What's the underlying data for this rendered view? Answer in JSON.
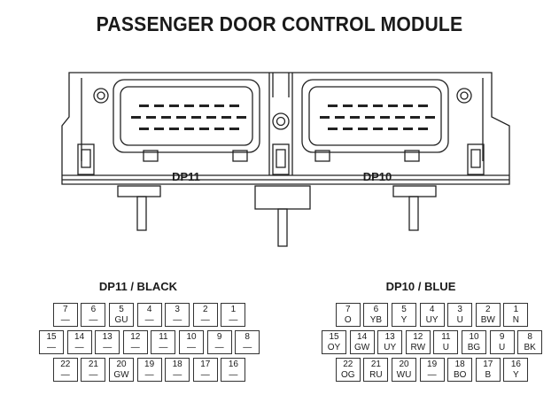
{
  "title": "PASSENGER DOOR CONTROL MODULE",
  "connectors": {
    "dp11": {
      "drawing_label": "DP11",
      "title": "DP11 / BLACK",
      "rows": [
        [
          {
            "pin": "7",
            "code": "—"
          },
          {
            "pin": "6",
            "code": "—"
          },
          {
            "pin": "5",
            "code": "GU"
          },
          {
            "pin": "4",
            "code": "—"
          },
          {
            "pin": "3",
            "code": "—"
          },
          {
            "pin": "2",
            "code": "—"
          },
          {
            "pin": "1",
            "code": "—"
          }
        ],
        [
          {
            "pin": "15",
            "code": "—"
          },
          {
            "pin": "14",
            "code": "—"
          },
          {
            "pin": "13",
            "code": "—"
          },
          {
            "pin": "12",
            "code": "—"
          },
          {
            "pin": "11",
            "code": "—"
          },
          {
            "pin": "10",
            "code": "—"
          },
          {
            "pin": "9",
            "code": "—"
          },
          {
            "pin": "8",
            "code": "—"
          }
        ],
        [
          {
            "pin": "22",
            "code": "—"
          },
          {
            "pin": "21",
            "code": "—"
          },
          {
            "pin": "20",
            "code": "GW"
          },
          {
            "pin": "19",
            "code": "—"
          },
          {
            "pin": "18",
            "code": "—"
          },
          {
            "pin": "17",
            "code": "—"
          },
          {
            "pin": "16",
            "code": "—"
          }
        ]
      ]
    },
    "dp10": {
      "drawing_label": "DP10",
      "title": "DP10 / BLUE",
      "rows": [
        [
          {
            "pin": "7",
            "code": "O"
          },
          {
            "pin": "6",
            "code": "YB"
          },
          {
            "pin": "5",
            "code": "Y"
          },
          {
            "pin": "4",
            "code": "UY"
          },
          {
            "pin": "3",
            "code": "U"
          },
          {
            "pin": "2",
            "code": "BW"
          },
          {
            "pin": "1",
            "code": "N"
          }
        ],
        [
          {
            "pin": "15",
            "code": "OY"
          },
          {
            "pin": "14",
            "code": "GW"
          },
          {
            "pin": "13",
            "code": "UY"
          },
          {
            "pin": "12",
            "code": "RW"
          },
          {
            "pin": "11",
            "code": "U"
          },
          {
            "pin": "10",
            "code": "BG"
          },
          {
            "pin": "9",
            "code": "U"
          },
          {
            "pin": "8",
            "code": "BK"
          }
        ],
        [
          {
            "pin": "22",
            "code": "OG"
          },
          {
            "pin": "21",
            "code": "RU"
          },
          {
            "pin": "20",
            "code": "WU"
          },
          {
            "pin": "19",
            "code": "—"
          },
          {
            "pin": "18",
            "code": "BO"
          },
          {
            "pin": "17",
            "code": "B"
          },
          {
            "pin": "16",
            "code": "Y"
          }
        ]
      ]
    }
  }
}
